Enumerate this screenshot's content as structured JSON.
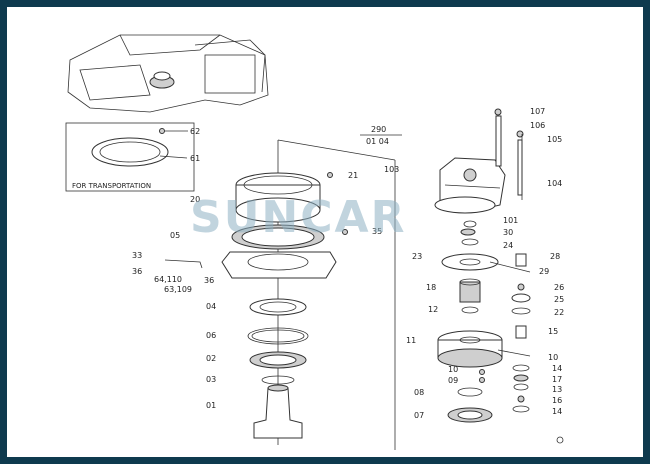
{
  "diagram": {
    "watermark": "SUNCAR",
    "transport_note": "FOR TRANSPORTATION",
    "header_group": {
      "number": "290",
      "sub": "01  04"
    },
    "labels": [
      "107",
      "106",
      "105",
      "104",
      "103",
      "101",
      "30",
      "24",
      "29",
      "28",
      "26",
      "25",
      "22",
      "12",
      "18",
      "11",
      "15",
      "10",
      "14",
      "17",
      "13",
      "16",
      "14",
      "09",
      "07",
      "08",
      "21",
      "35",
      "20",
      "05",
      "33",
      "36",
      "64,110",
      "63,109",
      "36",
      "04",
      "06",
      "02",
      "03",
      "01",
      "62",
      "61",
      "23"
    ],
    "colors": {
      "frame": "#0e3a4e",
      "line": "#333333",
      "watermark": "#8fb2c4"
    }
  }
}
